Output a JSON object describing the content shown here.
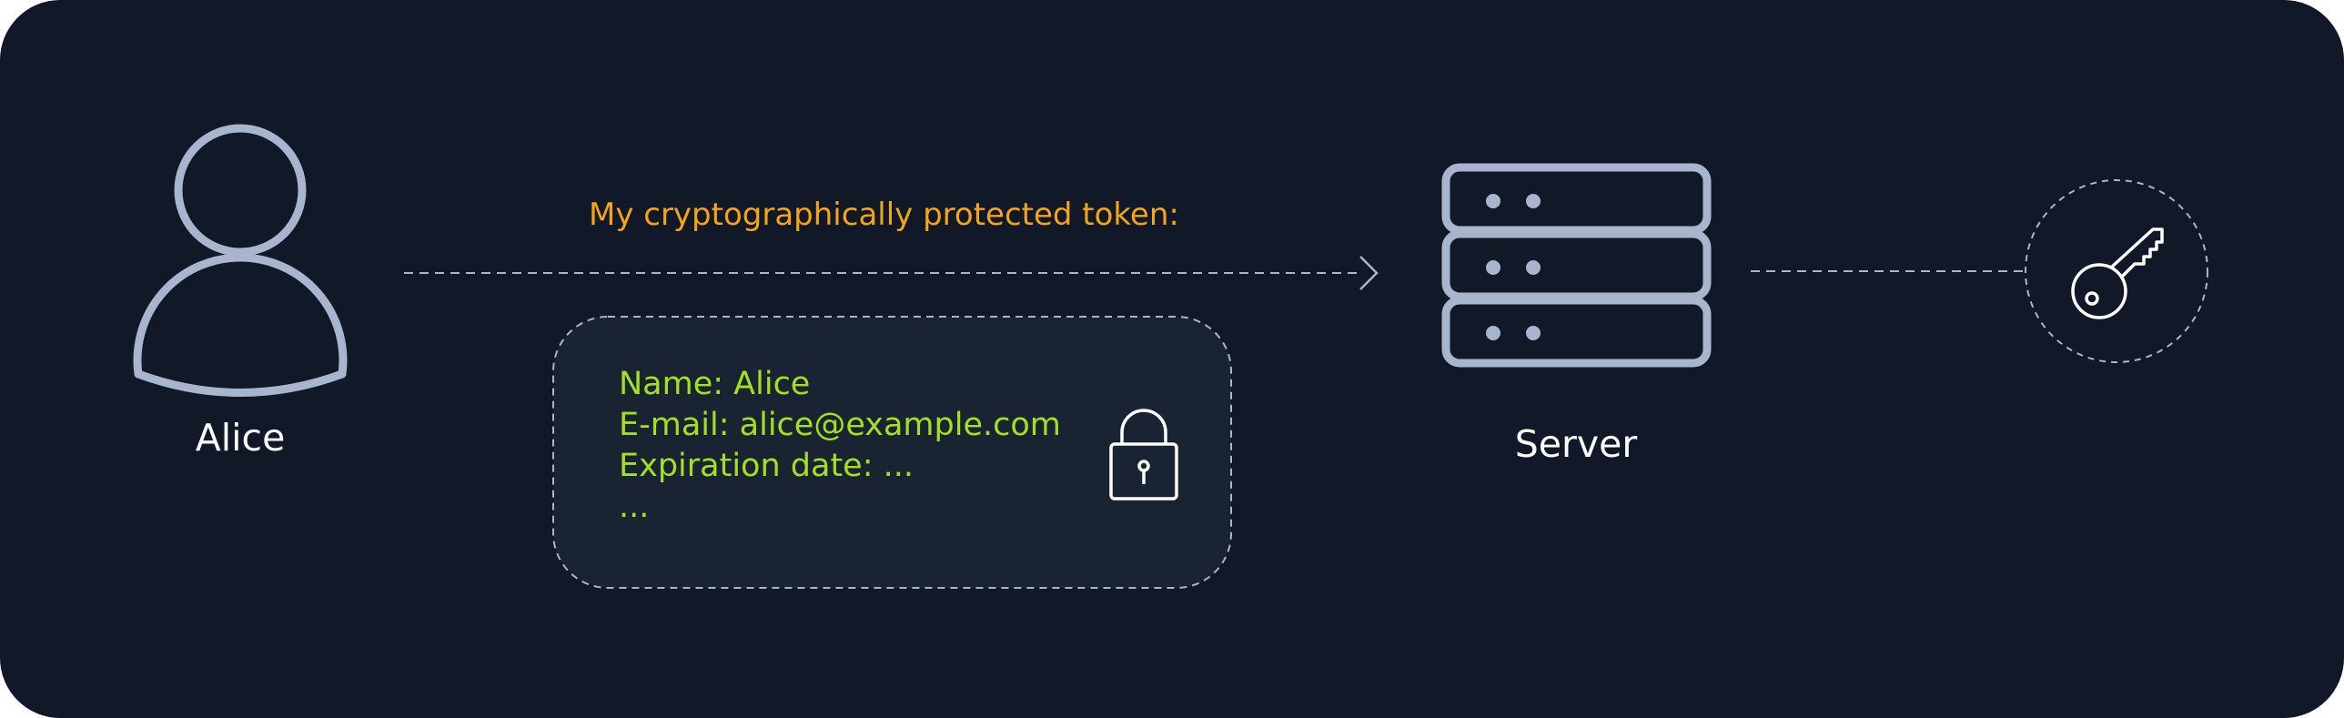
{
  "diagram": {
    "alice_label": "Alice",
    "server_label": "Server",
    "token_caption": "My cryptographically protected token:",
    "token_lines": [
      "Name: Alice",
      "E-mail: alice@example.com",
      "Expiration date: ...",
      "..."
    ]
  },
  "colors": {
    "background": "#111827",
    "icon_stroke": "#a9b4cd",
    "token_text": "#a3e11f",
    "caption_text": "#f4a515",
    "token_box_fill": "#1a2332"
  }
}
